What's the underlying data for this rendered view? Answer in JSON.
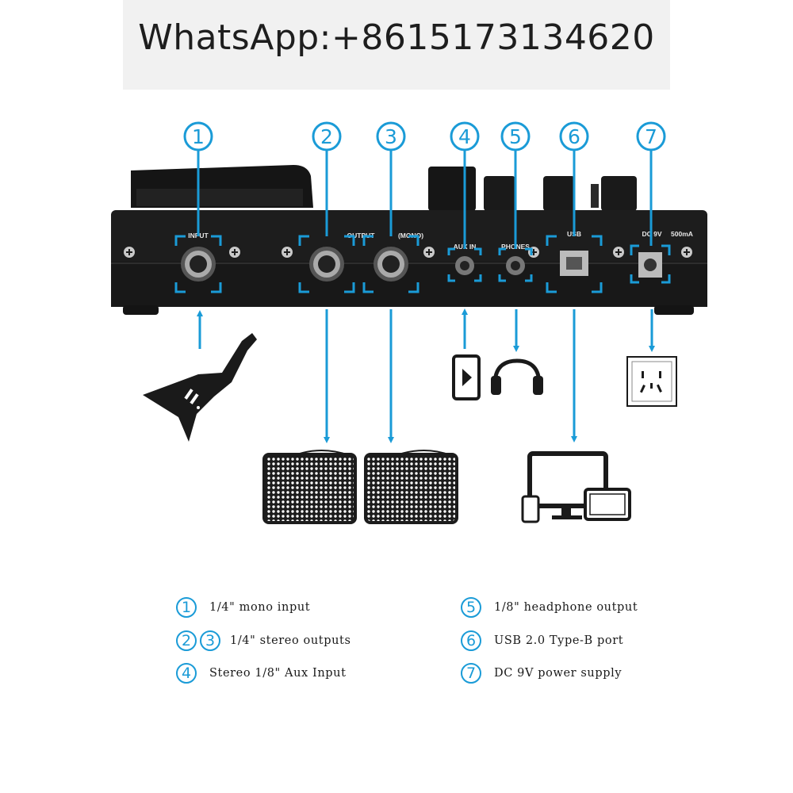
{
  "banner": {
    "text": "WhatsApp:+8615173134620"
  },
  "callouts": [
    "1",
    "2",
    "3",
    "4",
    "5",
    "6",
    "7"
  ],
  "panel": {
    "input_label": "INPUT",
    "output_label": "OUTPUT",
    "mono_label": "(MONO)",
    "aux_label": "AUX IN",
    "phones_label": "PHONES",
    "usb_label": "USB",
    "dc_label": "DC 9V",
    "ma_label": "500mA"
  },
  "legend": {
    "left": [
      {
        "nums": [
          "1"
        ],
        "text": "1/4\" mono input"
      },
      {
        "nums": [
          "2",
          "3"
        ],
        "text": "1/4\" stereo outputs"
      },
      {
        "nums": [
          "4"
        ],
        "text": "Stereo 1/8\" Aux Input"
      }
    ],
    "right": [
      {
        "nums": [
          "5"
        ],
        "text": "1/8\" headphone output"
      },
      {
        "nums": [
          "6"
        ],
        "text": "USB 2.0 Type-B port"
      },
      {
        "nums": [
          "7"
        ],
        "text": "DC 9V power supply"
      }
    ]
  },
  "colors": {
    "accent": "#1a9bd7",
    "device": "#1c1c1c",
    "banner_bg": "#f1f1f1"
  },
  "icons": [
    "guitar-icon",
    "speaker-cabinet-icon",
    "phone-play-icon",
    "headphones-icon",
    "power-outlet-icon",
    "computer-devices-icon"
  ]
}
